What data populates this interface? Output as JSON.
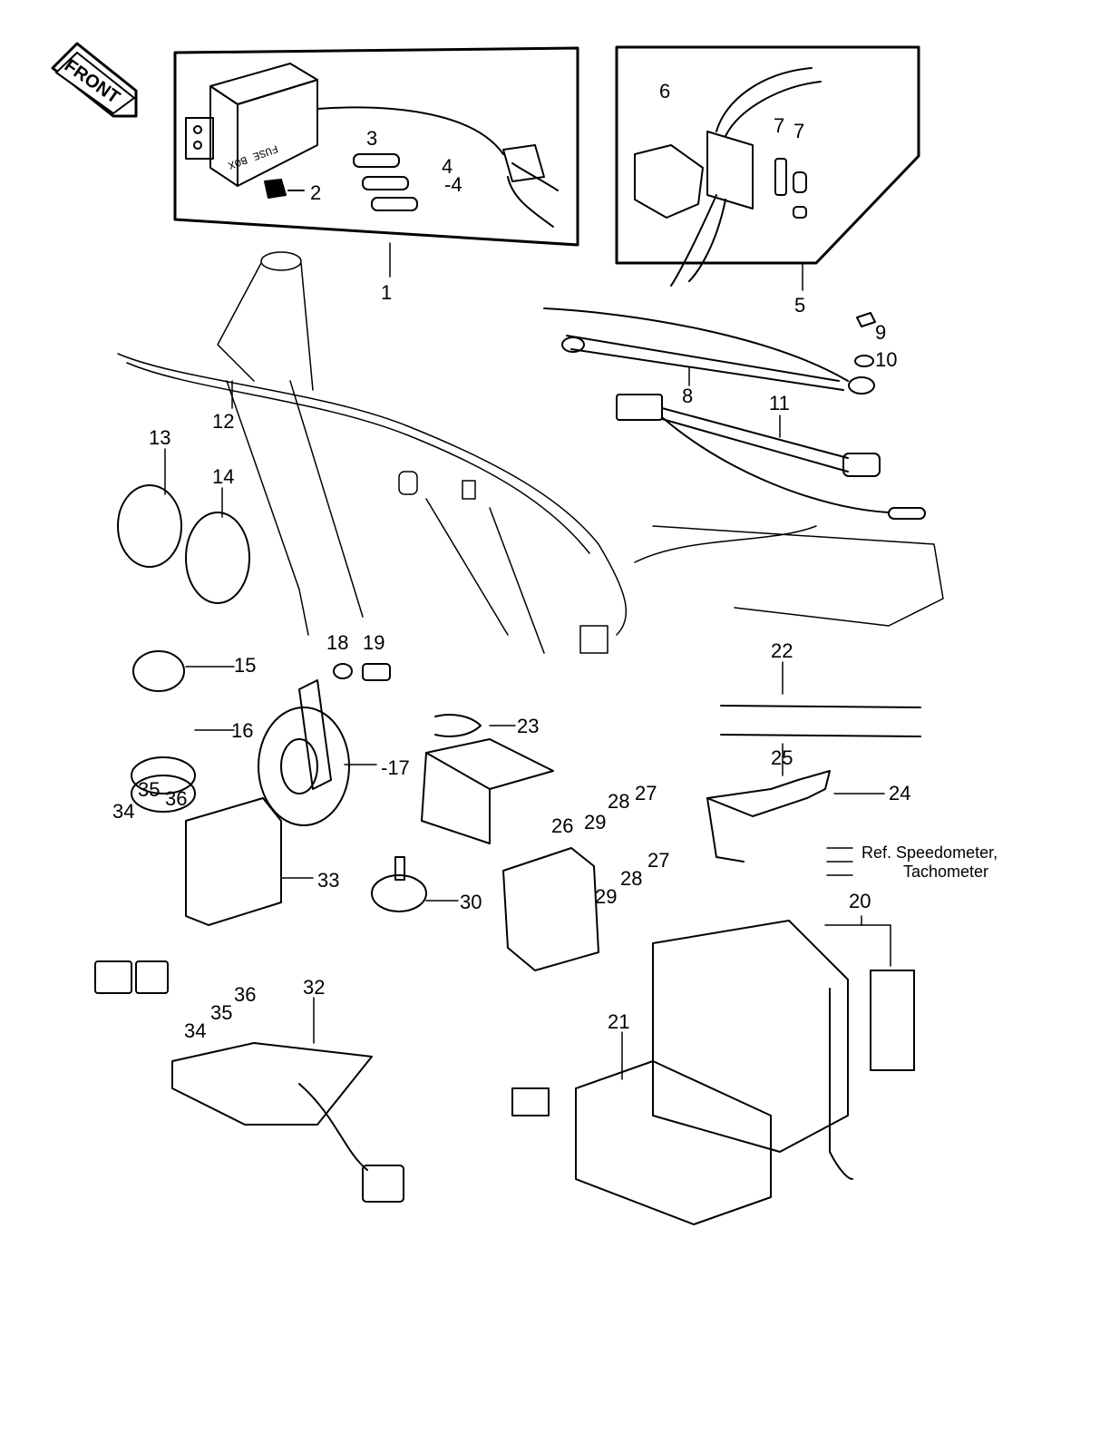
{
  "front_label": "FRONT",
  "fuse_box_text": "FUSE BOX",
  "ref_note": [
    "Ref. Speedometer,",
    "Tachometer"
  ],
  "callouts": [
    "1",
    "2",
    "3",
    "4",
    "-4",
    "5",
    "6",
    "7",
    "7",
    "8",
    "9",
    "10",
    "11",
    "12",
    "13",
    "14",
    "15",
    "16",
    "-17",
    "18",
    "19",
    "20",
    "21",
    "22",
    "23",
    "24",
    "25",
    "26",
    "27",
    "27",
    "28",
    "28",
    "29",
    "29",
    "30",
    "32",
    "33",
    "34",
    "34",
    "35",
    "35",
    "36",
    "36"
  ]
}
